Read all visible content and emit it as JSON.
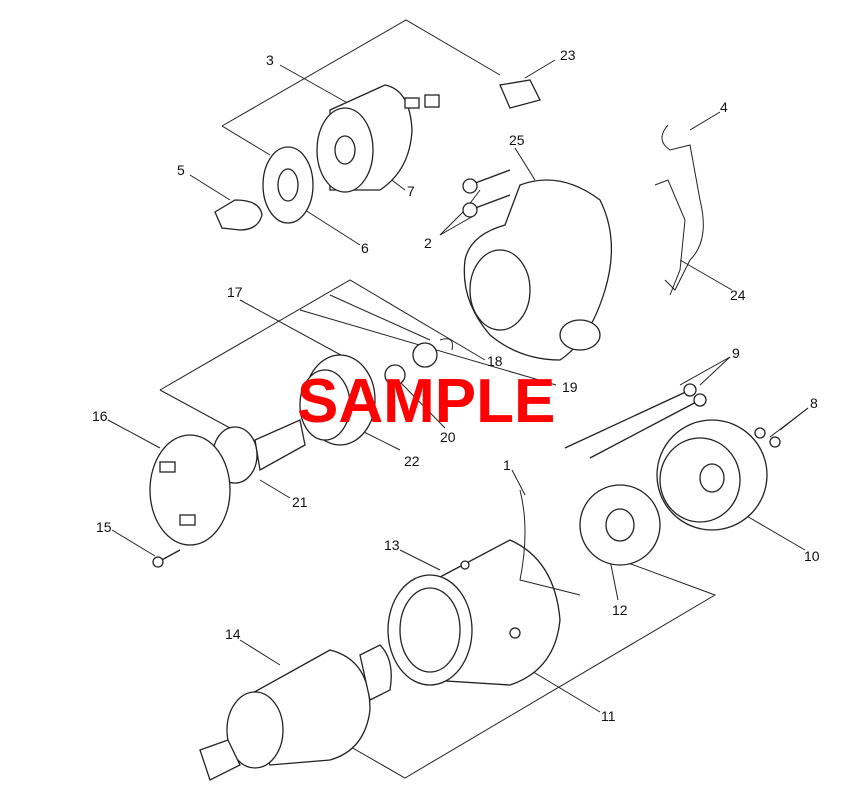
{
  "watermark": {
    "text": "SAMPLE",
    "color": "#ff0000"
  },
  "callouts": [
    "1",
    "2",
    "3",
    "4",
    "5",
    "6",
    "7",
    "8",
    "9",
    "10",
    "11",
    "12",
    "13",
    "14",
    "15",
    "16",
    "17",
    "18",
    "19",
    "20",
    "21",
    "22",
    "23",
    "24",
    "25"
  ]
}
